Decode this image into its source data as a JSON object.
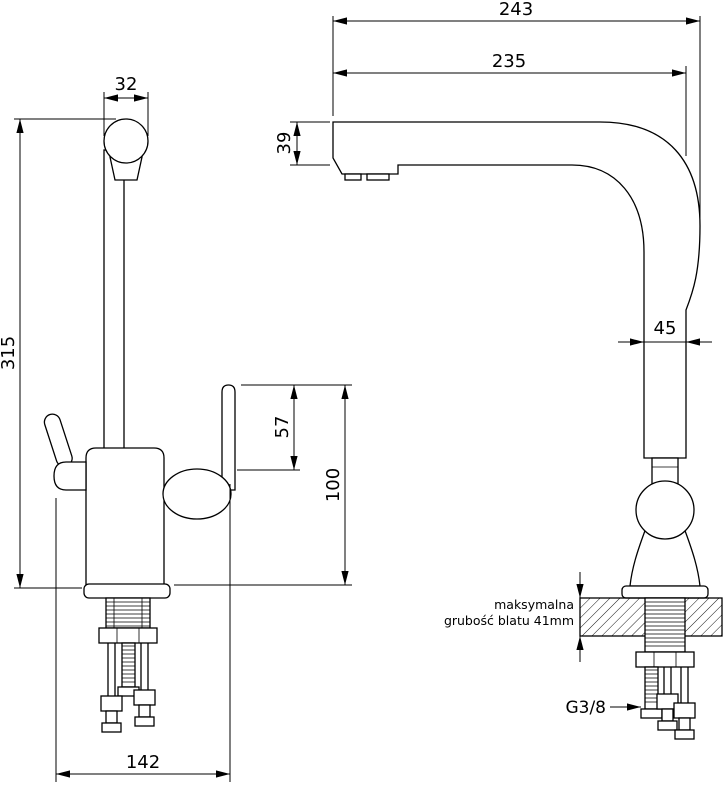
{
  "drawing": {
    "dims": {
      "head_width": "32",
      "total_height": "315",
      "lever_height": "57",
      "upper_height": "100",
      "overall_width": "142",
      "total_depth": "243",
      "spout_reach": "235",
      "spout_end_height": "39",
      "column_width": "45"
    },
    "notes": {
      "counter_line1": "maksymalna",
      "counter_line2": "grubość blatu 41mm",
      "thread_size": "G3/8"
    },
    "colors": {
      "ink": "#000000",
      "paper": "#ffffff"
    }
  }
}
